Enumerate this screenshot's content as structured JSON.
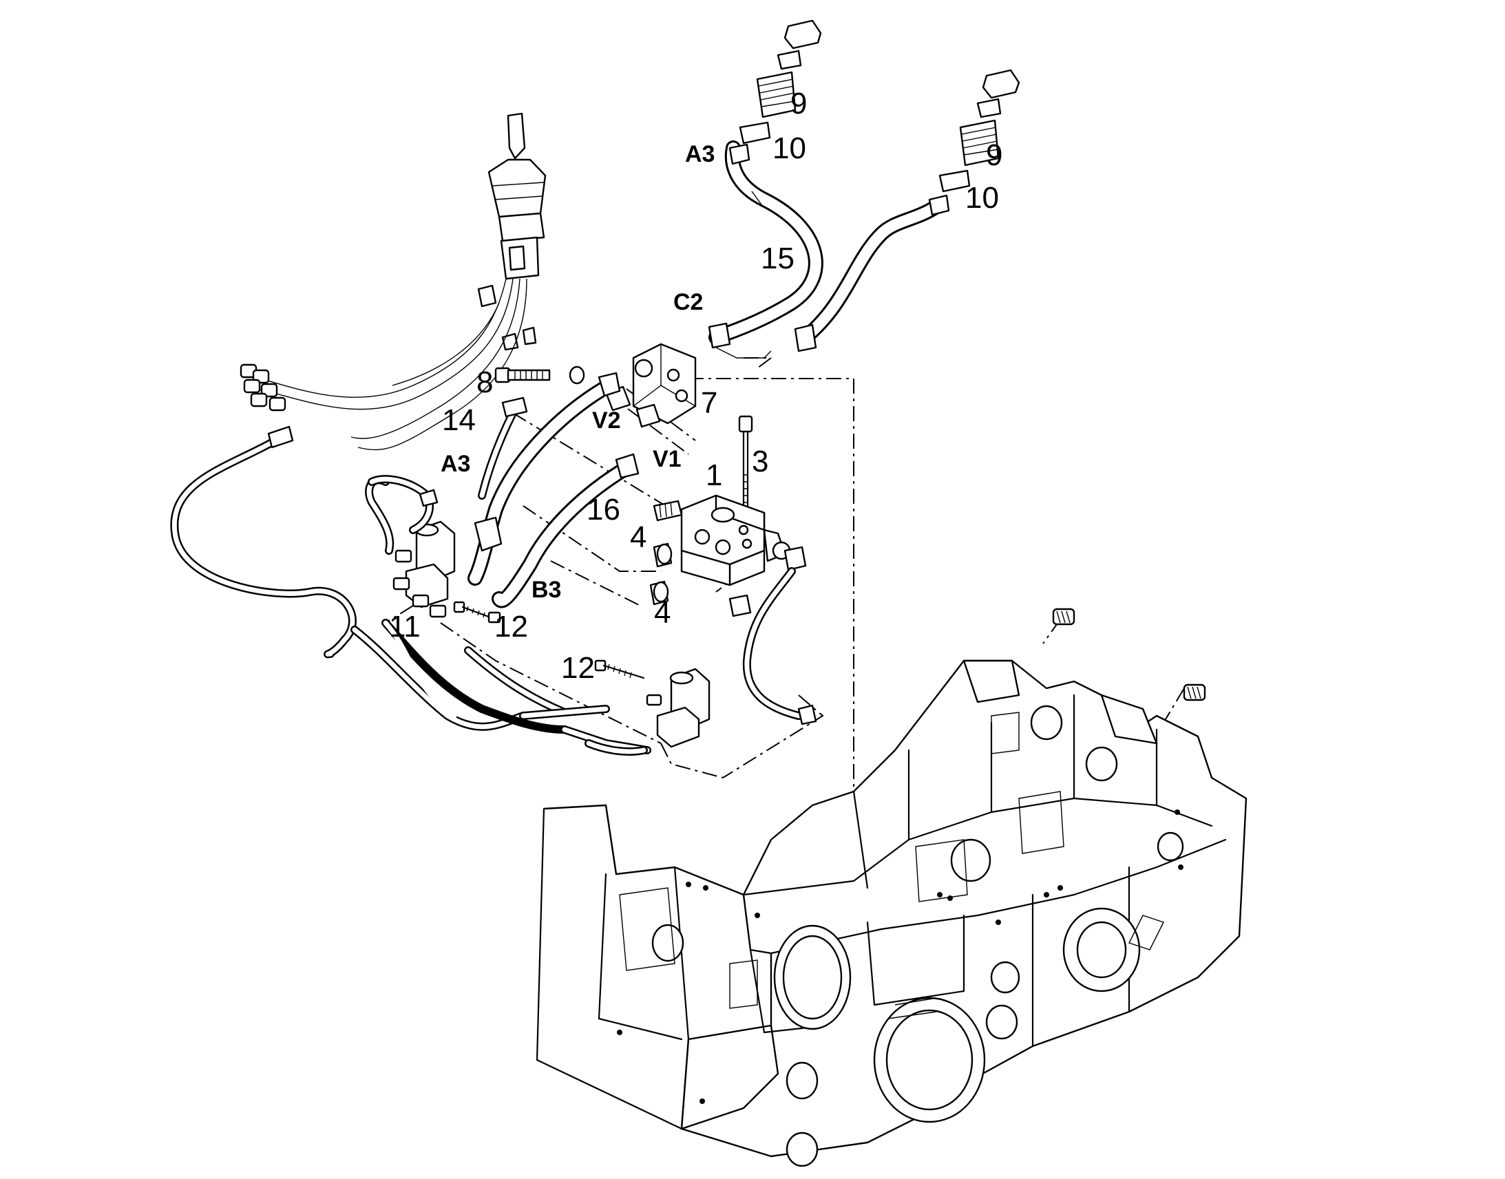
{
  "callouts": {
    "n1": "1",
    "n3": "3",
    "n4a": "4",
    "n4b": "4",
    "n7": "7",
    "n8": "8",
    "n9a": "9",
    "n9b": "9",
    "n10a": "10",
    "n10b": "10",
    "n11": "11",
    "n12a": "12",
    "n12b": "12",
    "n14": "14",
    "n15": "15",
    "n16": "16"
  },
  "ports": {
    "a3_top": "A3",
    "a3_left": "A3",
    "c2": "C2",
    "v1": "V1",
    "v2": "V2",
    "b3": "B3"
  },
  "colors": {
    "line": "#000000",
    "background": "#ffffff"
  }
}
